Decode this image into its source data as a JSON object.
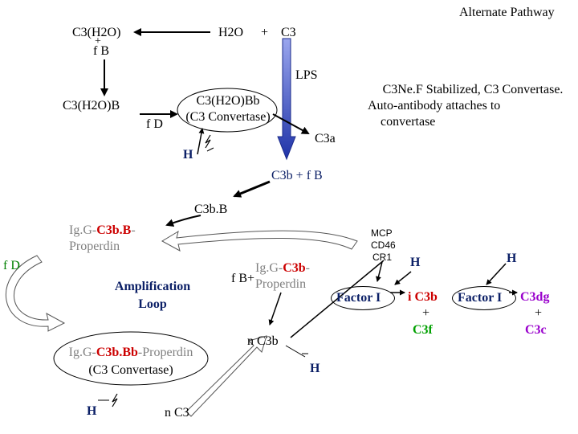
{
  "header": {
    "title": "Alternate Pathway"
  },
  "nodes": {
    "c3h2o": "C3(H2O)",
    "plus_small": "+",
    "fb_top": "f B",
    "h2o": "H2O",
    "plus_c3": "+",
    "c3_top": "C3",
    "lps": "LPS",
    "c3h2ob": "C3(H2O)B",
    "fd_mid": "f D",
    "c3h2obb": "C3(H2O)Bb",
    "c3_convertase_a": "(C3 Convertase)",
    "c3a": "C3a",
    "h_left": "H",
    "c3nef_line1": "C3Ne.F Stabilized, C3 Convertase.",
    "c3nef_line2": "Auto-antibody attaches to",
    "c3nef_line3": "convertase",
    "c3b_fb": "C3b + f B",
    "c3bb": "C3b.B",
    "igg_prefix": "Ig.G-",
    "igg_c3bb": "C3b.B",
    "igg_c3bb_dash": "-",
    "igg_properdin": "Properdin",
    "fd_left": "f D",
    "amplification": "Amplification",
    "loop": "Loop",
    "fb_plus": "f B+",
    "igg2_prefix": "Ig.G-",
    "igg2_c3b": "C3b",
    "igg2_dash": "-",
    "igg2_properdin": "Properdin",
    "igg3_prefix": "Ig.G-",
    "igg3_c3bbb": "C3b.Bb",
    "igg3_properdin": "-Properdin",
    "c3_convertase_b": "(C3 Convertase)",
    "h_bottom": "H",
    "n_c3": "n C3",
    "n_c3b": "n C3b",
    "h_lower": "H",
    "mcp": "MCP",
    "cd46": "CD46",
    "cr1": "CR1",
    "h_mid": "H",
    "factor_i_1": "Factor I",
    "ic3b": "i C3b",
    "plus_ic3b": "+",
    "c3f": "C3f",
    "h_right": "H",
    "factor_i_2": "Factor I",
    "c3dg": "C3dg",
    "plus_c3dg": "+",
    "c3c": "C3c"
  },
  "colors": {
    "text": "#000000",
    "grey_text": "#808080",
    "red": "#cc0000",
    "green": "#008000",
    "purple": "#9900cc",
    "navy": "#0b1f66",
    "blue_arrow": "#2a3fb0"
  }
}
